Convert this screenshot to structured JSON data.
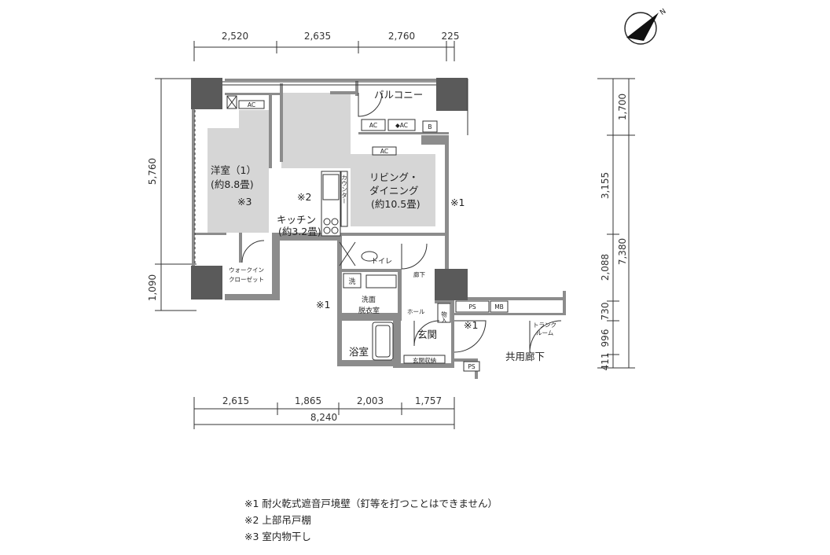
{
  "dims": {
    "top": [
      "2,520",
      "2,635",
      "2,760",
      "225"
    ],
    "bottom": [
      "2,615",
      "1,865",
      "2,003",
      "1,757"
    ],
    "total": "8,240",
    "left": [
      "5,760",
      "1,090"
    ],
    "right": [
      "1,700",
      "3,155",
      "2,088",
      "730",
      "996",
      "411"
    ],
    "right_total": "7,380"
  },
  "north": "N",
  "rooms": {
    "bedroom": "洋室（1）",
    "bedroom_size": "(約8.8畳)",
    "living": "リビング・",
    "dining": "ダイニング",
    "living_size": "(約10.5畳)",
    "kitchen": "キッチン",
    "kitchen_size": "(約3.2畳)",
    "balcony": "バルコニー",
    "toilet": "トイレ",
    "corridor": "廊下",
    "washroom_1": "洗面",
    "washroom_2": "脱衣室",
    "hall": "ホール",
    "bath": "浴室",
    "entrance": "玄関",
    "shoe_storage": "玄関収納",
    "walkin_1": "ウォークイン",
    "walkin_2": "クローゼット",
    "shared_corridor": "共用廊下",
    "trunk_1": "トランク",
    "trunk_2": "ルーム",
    "storage": "物入"
  },
  "marks": {
    "ac": "AC",
    "ac_diamond": "◆AC",
    "b": "B",
    "ps": "PS",
    "mb": "MB",
    "wash": "洗",
    "counter": "カウンター",
    "note1": "※1",
    "note2": "※2",
    "note3": "※3"
  },
  "notes": [
    "※1 耐火乾式遮音戸境壁（釘等を打つことはできません）",
    "※2 上部吊戸棚",
    "※3 室内物干し"
  ]
}
